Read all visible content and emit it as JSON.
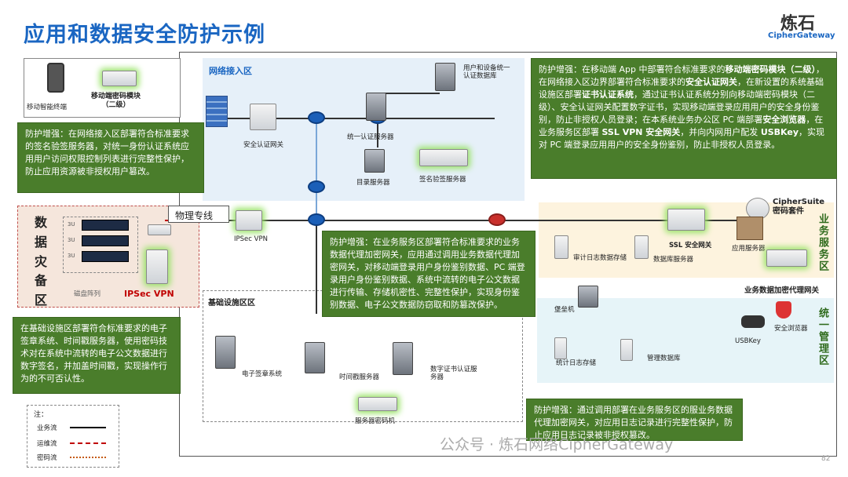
{
  "title": "应用和数据安全防护示例",
  "logo": {
    "cn": "炼石",
    "en": "CipherGateway"
  },
  "zones": {
    "network_access": "网络接入区",
    "base_infra": "基础设施区区",
    "business": "业务服务区",
    "mgmt": "统一管理区",
    "dr": "数据灾备区"
  },
  "nodes": {
    "mobile_terminal": "移动智能终端",
    "mobile_crypto_module": "移动端密码模块\n（二级）",
    "user_device_auth_db": "用户和设备统一\n认证数据库",
    "auth_gateway": "安全认证网关",
    "unified_auth_server": "统一认证服务器",
    "directory_server": "目录服务器",
    "sign_verify_server": "签名验签服务器",
    "physical_line": "物理专线",
    "ipsec_vpn": "IPSec VPN",
    "ipsec_vpn_dr": "IPSec VPN",
    "disk_array": "磁盘阵列",
    "ciphersuite": "CipherSuite\n密码套件",
    "ssl_gateway": "SSL 安全网关",
    "app_server": "应用服务器",
    "audit_log_storage": "审计日志数据存储",
    "db_server": "数据库服务器",
    "biz_data_proxy": "业务数据加密代理网关",
    "bastion": "堡垒机",
    "stat_log_storage": "统计日志存储",
    "mgmt_db": "管理数据库",
    "usbkey": "USBKey",
    "secure_browser": "安全浏览器",
    "esign_system": "电子签章系统",
    "timestamp_server": "时间戳服务器",
    "cert_auth_server": "数字证书认证服务器",
    "server_crypto": "服务器密码机"
  },
  "rack_units": [
    "3U",
    "3U",
    "3U"
  ],
  "callouts": {
    "top_right": "防护增强：在移动端 App 中部署符合标准要求的<b>移动端密码模块（二级）</b>，在网络接入区边界部署符合标准要求的<b>安全认证网关</b>，在新设置的系统基础设施区部署<b>证书认证系统</b>，通过证书认证系统分别向移动端密码模块（二级）、安全认证网关配置数字证书，实现移动端登录应用用户的安全身份鉴别，防止非授权人员登录；在本系统业务办公区 PC 端部署<b>安全浏览器</b>，在业务服务区部署 <b>SSL VPN 安全网关</b>，并向内网用户配发 <b>USBKey</b>，实现对 PC 端登录应用用户的安全身份鉴别，防止非授权人员登录。",
    "left_top": "防护增强：在网络接入区部署符合标准要求的签名验签服务器，对统一身份认证系统应用用户访问权限控制列表进行完整性保护，防止应用资源被非授权用户篡改。",
    "middle": "防护增强：在业务服务区部署符合标准要求的业务数据代理加密网关，应用通过调用业务数据代理加密网关，对移动端登录用户身份鉴别数据、PC 端登录用户身份鉴别数据、系统中流转的电子公文数据进行传输、存储机密性、完整性保护，实现身份鉴别数据、电子公文数据防窃取和防篡改保护。",
    "left_bottom": "在基础设施区部署符合标准要求的电子签章系统、时间戳服务器，使用密码技术对在系统中流转的电子公文数据进行数字签名，并加盖时间戳，实现操作行为的不可否认性。",
    "bottom_right": "防护增强：通过调用部署在业务服务区的服业务数据代理加密网关，对应用日志记录进行完整性保护，防止应用日志记录被非授权篡改。"
  },
  "legend": {
    "title": "注：",
    "items": [
      {
        "label": "业务流",
        "color": "#000000"
      },
      {
        "label": "运维流",
        "color": "#c00000"
      },
      {
        "label": "密码流",
        "color": "#c55a11"
      }
    ]
  },
  "watermark": "公众号 · 炼石网络CipherGateway",
  "page_number": "82",
  "colors": {
    "accent": "#1a66c2",
    "callout": "#4a7d2b"
  }
}
